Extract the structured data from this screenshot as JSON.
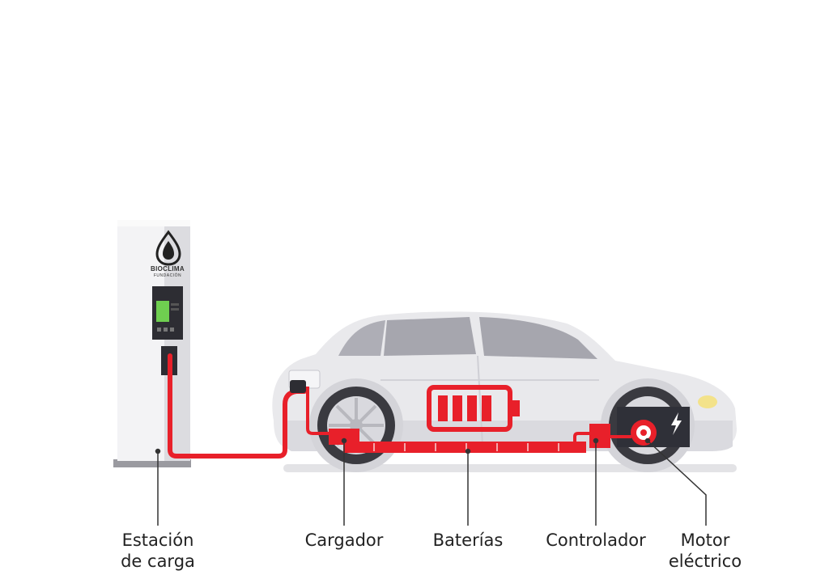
{
  "station": {
    "brand_name": "BIOCLIMA",
    "brand_sub": "FUNDACIÓN",
    "logo_icon": "leaf-drop-icon"
  },
  "labels": {
    "station_line1": "Estación",
    "station_line2": "de carga",
    "charger": "Cargador",
    "batteries": "Baterías",
    "controller": "Controlador",
    "motor_line1": "Motor",
    "motor_line2": "eléctrico"
  },
  "colors": {
    "accent_red": "#e8202a",
    "car_body": "#e9e9ec",
    "station_body": "#f1f1f3",
    "text": "#222222"
  }
}
